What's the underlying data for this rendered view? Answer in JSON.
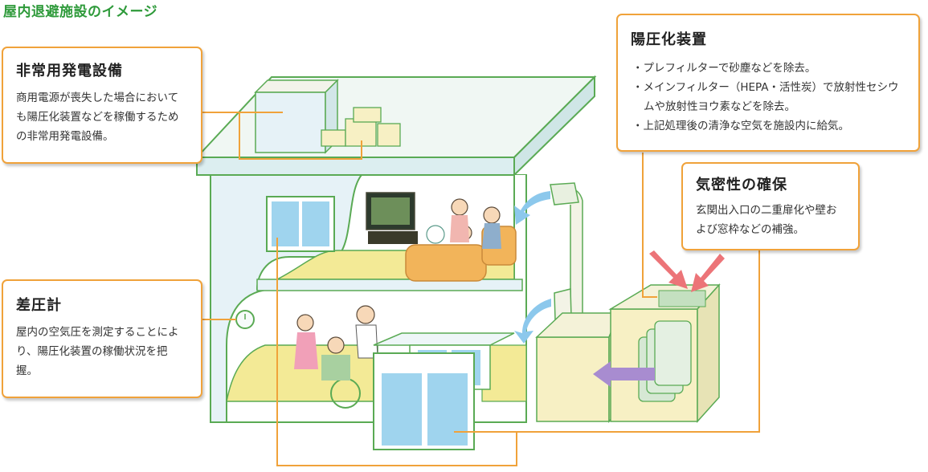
{
  "title": "屋内退避施設のイメージ",
  "callouts": {
    "generator": {
      "heading": "非常用発電設備",
      "body": "商用電源が喪失した場合においても陽圧化装置などを稼働するための非常用発電設備。"
    },
    "pressure": {
      "heading": "陽圧化装置",
      "bullets": [
        "・プレフィルターで砂塵などを除去。",
        "・メインフィルター（HEPA・活性炭）で放射性セシウムや放射性ヨウ素などを除去。",
        "・上記処理後の清浄な空気を施設内に給気。"
      ]
    },
    "airtight": {
      "heading": "気密性の確保",
      "body": "玄関出入口の二重扉化や壁および窓枠などの補強。"
    },
    "gauge": {
      "heading": "差圧計",
      "body": "屋内の空気圧を測定することにより、陽圧化装置の稼働状況を把握。"
    }
  },
  "colors": {
    "title_green": "#2e9a3a",
    "callout_border": "#f0a23a",
    "wall": "#e6f2f7",
    "outline": "#5aaa54",
    "floor": "#f3ea96",
    "flow_blue": "#8cc8ec",
    "flow_pink": "#ec7478",
    "flow_purple": "#a88cd0"
  }
}
